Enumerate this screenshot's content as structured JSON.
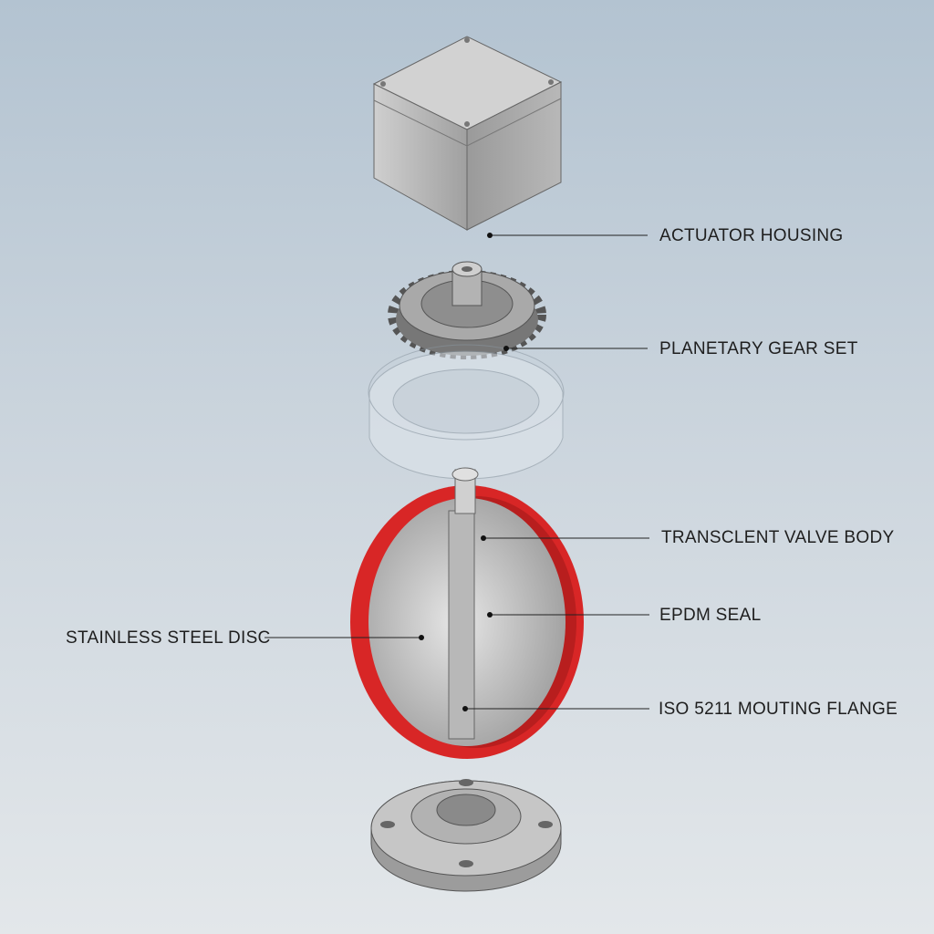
{
  "labels": {
    "actuator_housing": "ACTUATOR HOUSING",
    "planetary_gear_set": "PLANETARY GEAR SET",
    "valve_body": "TRANSCLENT VALVE BODY",
    "epdm_seal": "EPDM SEAL",
    "stainless_disc": "STAINLESS STEEL DISC",
    "mounting_flange": "ISO 5211 MOUTING FLANGE"
  },
  "colors": {
    "seal": "#e02a2a",
    "metal": "#a8a8a8",
    "leader": "#222222"
  }
}
